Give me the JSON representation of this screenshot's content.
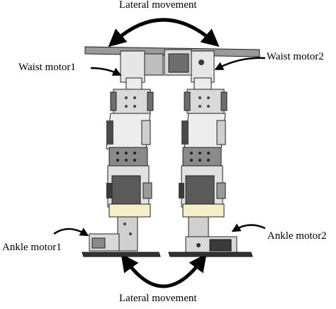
{
  "labels": {
    "top_movement": "Lateral movement",
    "bottom_movement": "Lateral movement",
    "waist_motor_1": "Waist motor1",
    "waist_motor_2": "Waist motor2",
    "ankle_motor_1": "Ankle motor1",
    "ankle_motor_2": "Ankle motor2"
  },
  "colors": {
    "frame": "#d9d9d9",
    "frame_dark": "#a6a6a6",
    "motor": "#6e6e6e",
    "motor_dark": "#3a3a3a",
    "accent": "#f4efc8",
    "outline": "#222222"
  }
}
